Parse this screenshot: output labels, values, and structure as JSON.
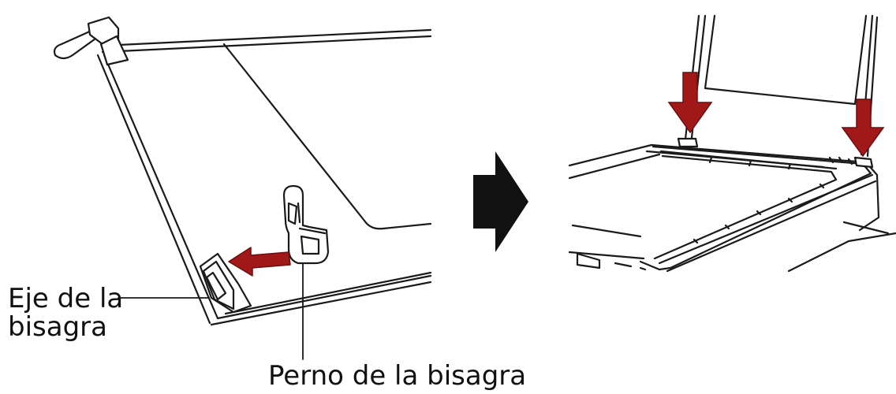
{
  "labels": {
    "hinge_shaft_line1": "Eje de la",
    "hinge_shaft_line2": "bisagra",
    "hinge_pin": "Perno de la bisagra"
  },
  "colors": {
    "line": "#1a1a1a",
    "accent": "#a01818",
    "accent_dark": "#6e0e0e",
    "arrow_transition": "#111111",
    "background": "#ffffff"
  },
  "icons": {
    "transition": "right-arrow-icon",
    "callout": "down-arrow-icon"
  }
}
